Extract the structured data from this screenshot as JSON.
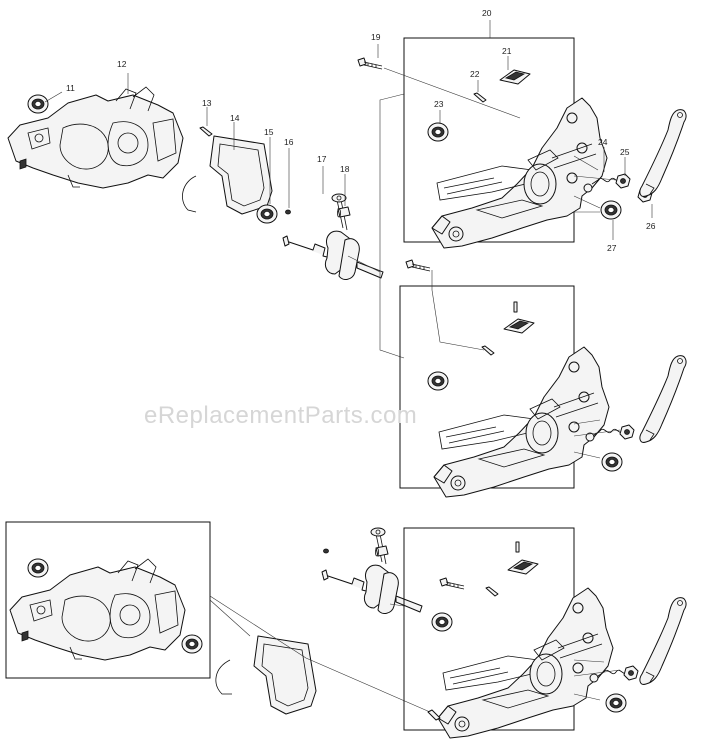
{
  "diagram": {
    "watermark": "eReplacementParts.com",
    "callouts": [
      {
        "id": "c11",
        "label": "11"
      },
      {
        "id": "c12",
        "label": "12"
      },
      {
        "id": "c13",
        "label": "13"
      },
      {
        "id": "c14",
        "label": "14"
      },
      {
        "id": "c15",
        "label": "15"
      },
      {
        "id": "c16",
        "label": "16"
      },
      {
        "id": "c17",
        "label": "17"
      },
      {
        "id": "c18",
        "label": "18"
      },
      {
        "id": "c19",
        "label": "19"
      },
      {
        "id": "c20",
        "label": "20"
      },
      {
        "id": "c21",
        "label": "21"
      },
      {
        "id": "c22",
        "label": "22"
      },
      {
        "id": "c23",
        "label": "23"
      },
      {
        "id": "c24",
        "label": "24"
      },
      {
        "id": "c25",
        "label": "25"
      },
      {
        "id": "c26",
        "label": "26"
      },
      {
        "id": "c27",
        "label": "27"
      }
    ]
  }
}
